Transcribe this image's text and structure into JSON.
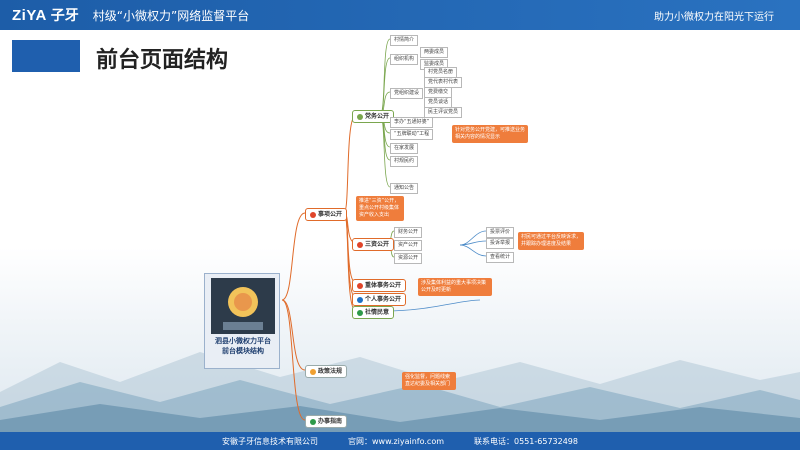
{
  "header": {
    "logo_text": "ZiYA",
    "logo_cn": "子牙",
    "platform_title": "村级“小微权力”网络监督平台",
    "slogan": "助力小微权力在阳光下运行"
  },
  "page": {
    "title": "前台页面结构"
  },
  "card": {
    "line1": "泗县小微权力平台",
    "line2": "前台模块结构",
    "accent": "#1d3d6e"
  },
  "root_topics": [
    {
      "label": "事项公开"
    },
    {
      "label": "政策法规"
    },
    {
      "label": "办事指南"
    }
  ],
  "branches": [
    {
      "label": "党务公开"
    },
    {
      "label": "三资公开"
    },
    {
      "label": "重体事务公开"
    },
    {
      "label": "个人事务公开"
    },
    {
      "label": "社情民意"
    }
  ],
  "leaves": [
    "村情简介",
    "组织机构",
    "两委成员",
    "监委成员",
    "党组织建设",
    "村党员名册",
    "党代表村代表",
    "党费缴交",
    "党员谈话",
    "民主评议党员",
    "李办“五通好婆”",
    "“五牌联动”工程",
    "在家发展",
    "村规民约",
    "通知公告",
    "财务公开",
    "资产公开",
    "资源公开",
    "投票评价",
    "投诉举报",
    "查看统计"
  ],
  "notes": [
    "针对党务公开党建，可推送业务相关内容的情况显示",
    "推进“三资”公开，重点公开村级集体资产收入支出",
    "涉及集体利益的重大事项决策公开及时更新",
    "村民可通过平台反映诉求，并跟踪办理进度及结果",
    "强化监督，问题线索直达纪委及相关部门"
  ],
  "footer": {
    "company": "安徽子牙信息技术有限公司",
    "website": "官网：www.ziyainfo.com",
    "phone": "联系电话：0551-65732498"
  }
}
